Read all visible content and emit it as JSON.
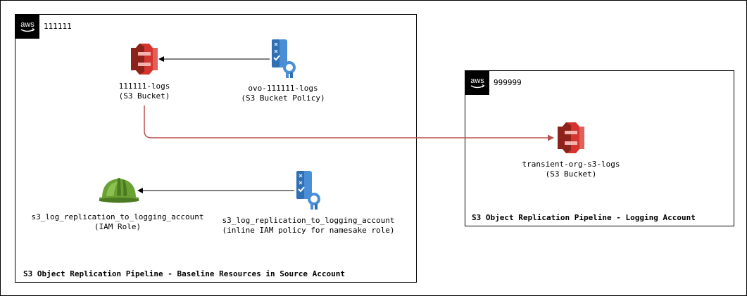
{
  "source_account": {
    "account_id": "111111",
    "title": "S3 Object Replication Pipeline - Baseline Resources in Source Account"
  },
  "logging_account": {
    "account_id": "999999",
    "title": "S3 Object Replication Pipeline - Logging Account"
  },
  "nodes": {
    "source_bucket": {
      "name": "111111-logs",
      "type": "(S3 Bucket)"
    },
    "bucket_policy": {
      "name": "ovo-111111-logs",
      "type": "(S3 Bucket Policy)"
    },
    "iam_role": {
      "name": "s3_log_replication_to_logging_account",
      "type": "(IAM Role)"
    },
    "inline_policy": {
      "name": "s3_log_replication_to_logging_account",
      "type": "(inline IAM policy for namesake role)"
    },
    "dest_bucket": {
      "name": "transient-org-s3-logs",
      "type": "(S3 Bucket)"
    }
  },
  "colors": {
    "s3": "#d6352f",
    "s3_dark": "#8c2219",
    "policy": "#4a8fd6",
    "iam_role": "#6aa132",
    "replication_arrow": "#b85450"
  },
  "icons": [
    "aws-logo-icon",
    "s3-bucket-icon",
    "bucket-policy-icon",
    "iam-role-icon",
    "iam-policy-icon"
  ]
}
